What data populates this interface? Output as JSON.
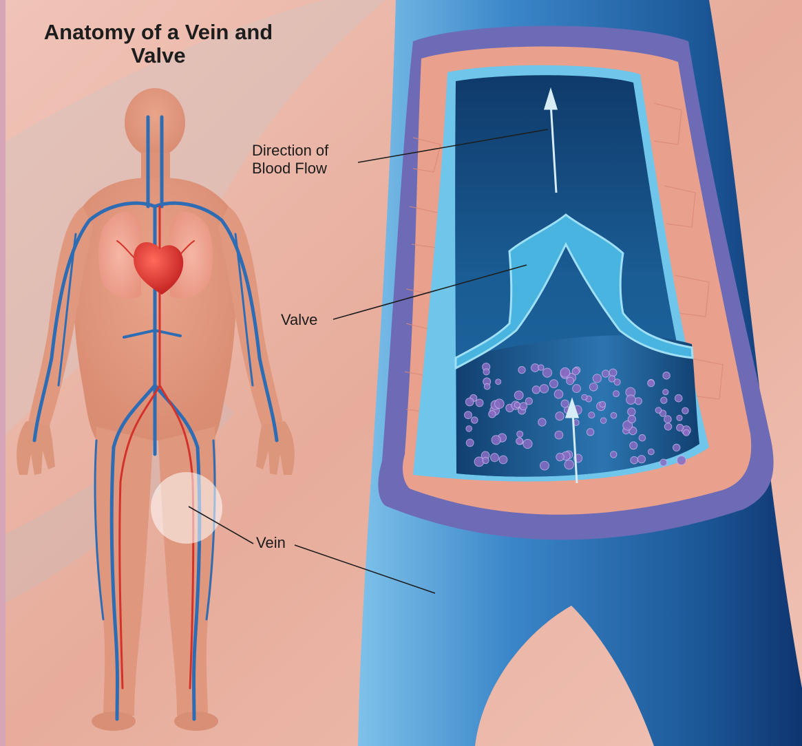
{
  "title": "Anatomy of a Vein and Valve",
  "labels": {
    "direction_of_blood_flow": "Direction of\nBlood Flow",
    "valve": "Valve",
    "vein": "Vein"
  },
  "colors": {
    "skin_background": "#e9b3a3",
    "vein_blue": "#2f6fb4",
    "artery_red": "#d3322b",
    "heart_red": "#e12c2b",
    "vessel_wall_outer": "#6e6fb7",
    "vessel_wall_muscle": "#e79f8c",
    "lumen_dark": "#12406e",
    "valve_cyan": "#49b4e0",
    "blood_cell_purple": "#8a6cc4"
  }
}
